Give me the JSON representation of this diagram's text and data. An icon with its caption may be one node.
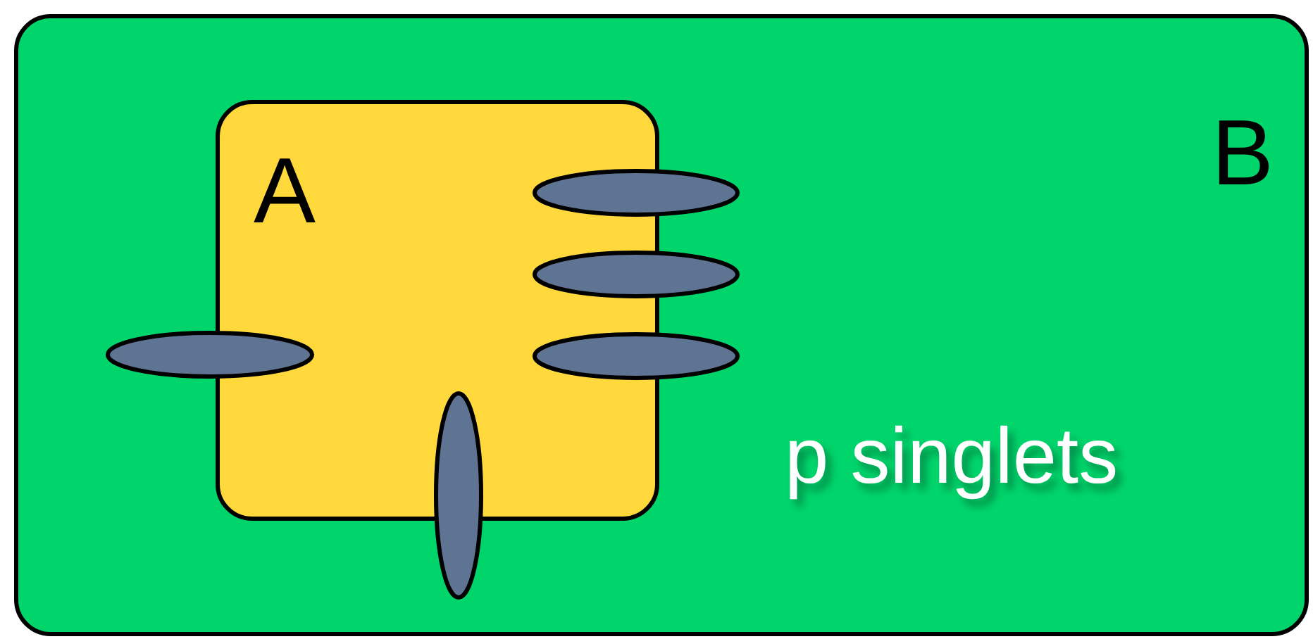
{
  "diagram": {
    "nodes": [
      {
        "text": [
          "B"
        ]
      },
      {
        "text": [
          "A"
        ],
        "in": 0
      },
      {
        "text": [],
        "shape": "ellipse",
        "in": 0
      },
      {
        "text": [],
        "shape": "ellipse",
        "in": 0
      },
      {
        "text": [],
        "shape": "ellipse",
        "in": 0
      },
      {
        "text": [],
        "shape": "ellipse",
        "in": 0
      },
      {
        "text": [],
        "shape": "ellipse",
        "in": 0
      }
    ],
    "labels": [
      "p singlets"
    ]
  }
}
